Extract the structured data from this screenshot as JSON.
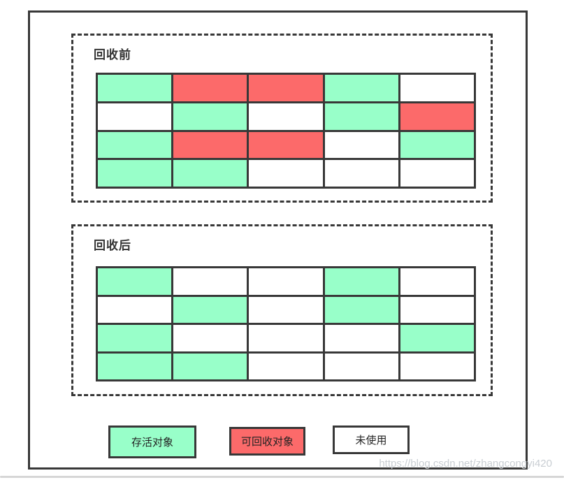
{
  "colors": {
    "live": "#98FFC9",
    "collectable": "#FC6A6A",
    "unused": "#FFFFFF",
    "border": "#383838"
  },
  "sections": [
    {
      "label": "回收前",
      "grid": [
        [
          "live",
          "collectable",
          "collectable",
          "live",
          "unused"
        ],
        [
          "unused",
          "live",
          "unused",
          "live",
          "collectable"
        ],
        [
          "live",
          "collectable",
          "collectable",
          "unused",
          "live"
        ],
        [
          "live",
          "live",
          "unused",
          "unused",
          "unused"
        ]
      ]
    },
    {
      "label": "回收后",
      "grid": [
        [
          "live",
          "unused",
          "unused",
          "live",
          "unused"
        ],
        [
          "unused",
          "live",
          "unused",
          "live",
          "unused"
        ],
        [
          "live",
          "unused",
          "unused",
          "unused",
          "live"
        ],
        [
          "live",
          "live",
          "unused",
          "unused",
          "unused"
        ]
      ]
    }
  ],
  "legend": [
    {
      "type": "live",
      "label": "存活对象"
    },
    {
      "type": "collectable",
      "label": "可回收对象"
    },
    {
      "type": "unused",
      "label": "未使用"
    }
  ],
  "watermark": "https://blog.csdn.net/zhangcongyi420"
}
